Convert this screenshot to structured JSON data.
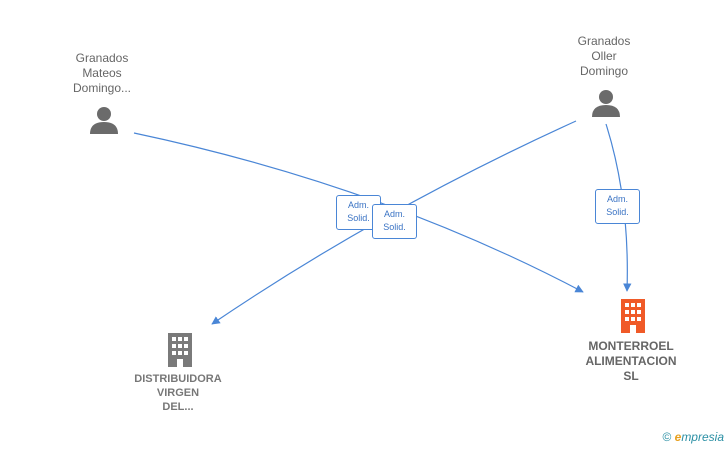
{
  "persons": [
    {
      "id": "p1",
      "label": [
        "Granados",
        "Mateos",
        "Domingo..."
      ]
    },
    {
      "id": "p2",
      "label": [
        "Granados",
        "Oller",
        "Domingo"
      ]
    }
  ],
  "companies": [
    {
      "id": "c1",
      "label": [
        "DISTRIBUIDORA",
        "VIRGEN",
        "DEL..."
      ],
      "color": "#7a7a7a"
    },
    {
      "id": "c2",
      "label": [
        "MONTERROEL",
        "ALIMENTACION",
        "SL"
      ],
      "color": "#f05a28"
    }
  ],
  "relations": [
    {
      "from": "p1",
      "to": "c2",
      "label": [
        "Adm.",
        "Solid."
      ]
    },
    {
      "from": "p2",
      "to": "c1",
      "label": [
        "Adm.",
        "Solid."
      ]
    },
    {
      "from": "p2",
      "to": "c2",
      "label": [
        "Adm.",
        "Solid."
      ]
    }
  ],
  "colors": {
    "edge": "#4a86d6",
    "person": "#6b6b6b"
  },
  "brand": {
    "symbol": "©",
    "e": "e",
    "rest": "mpresia"
  }
}
